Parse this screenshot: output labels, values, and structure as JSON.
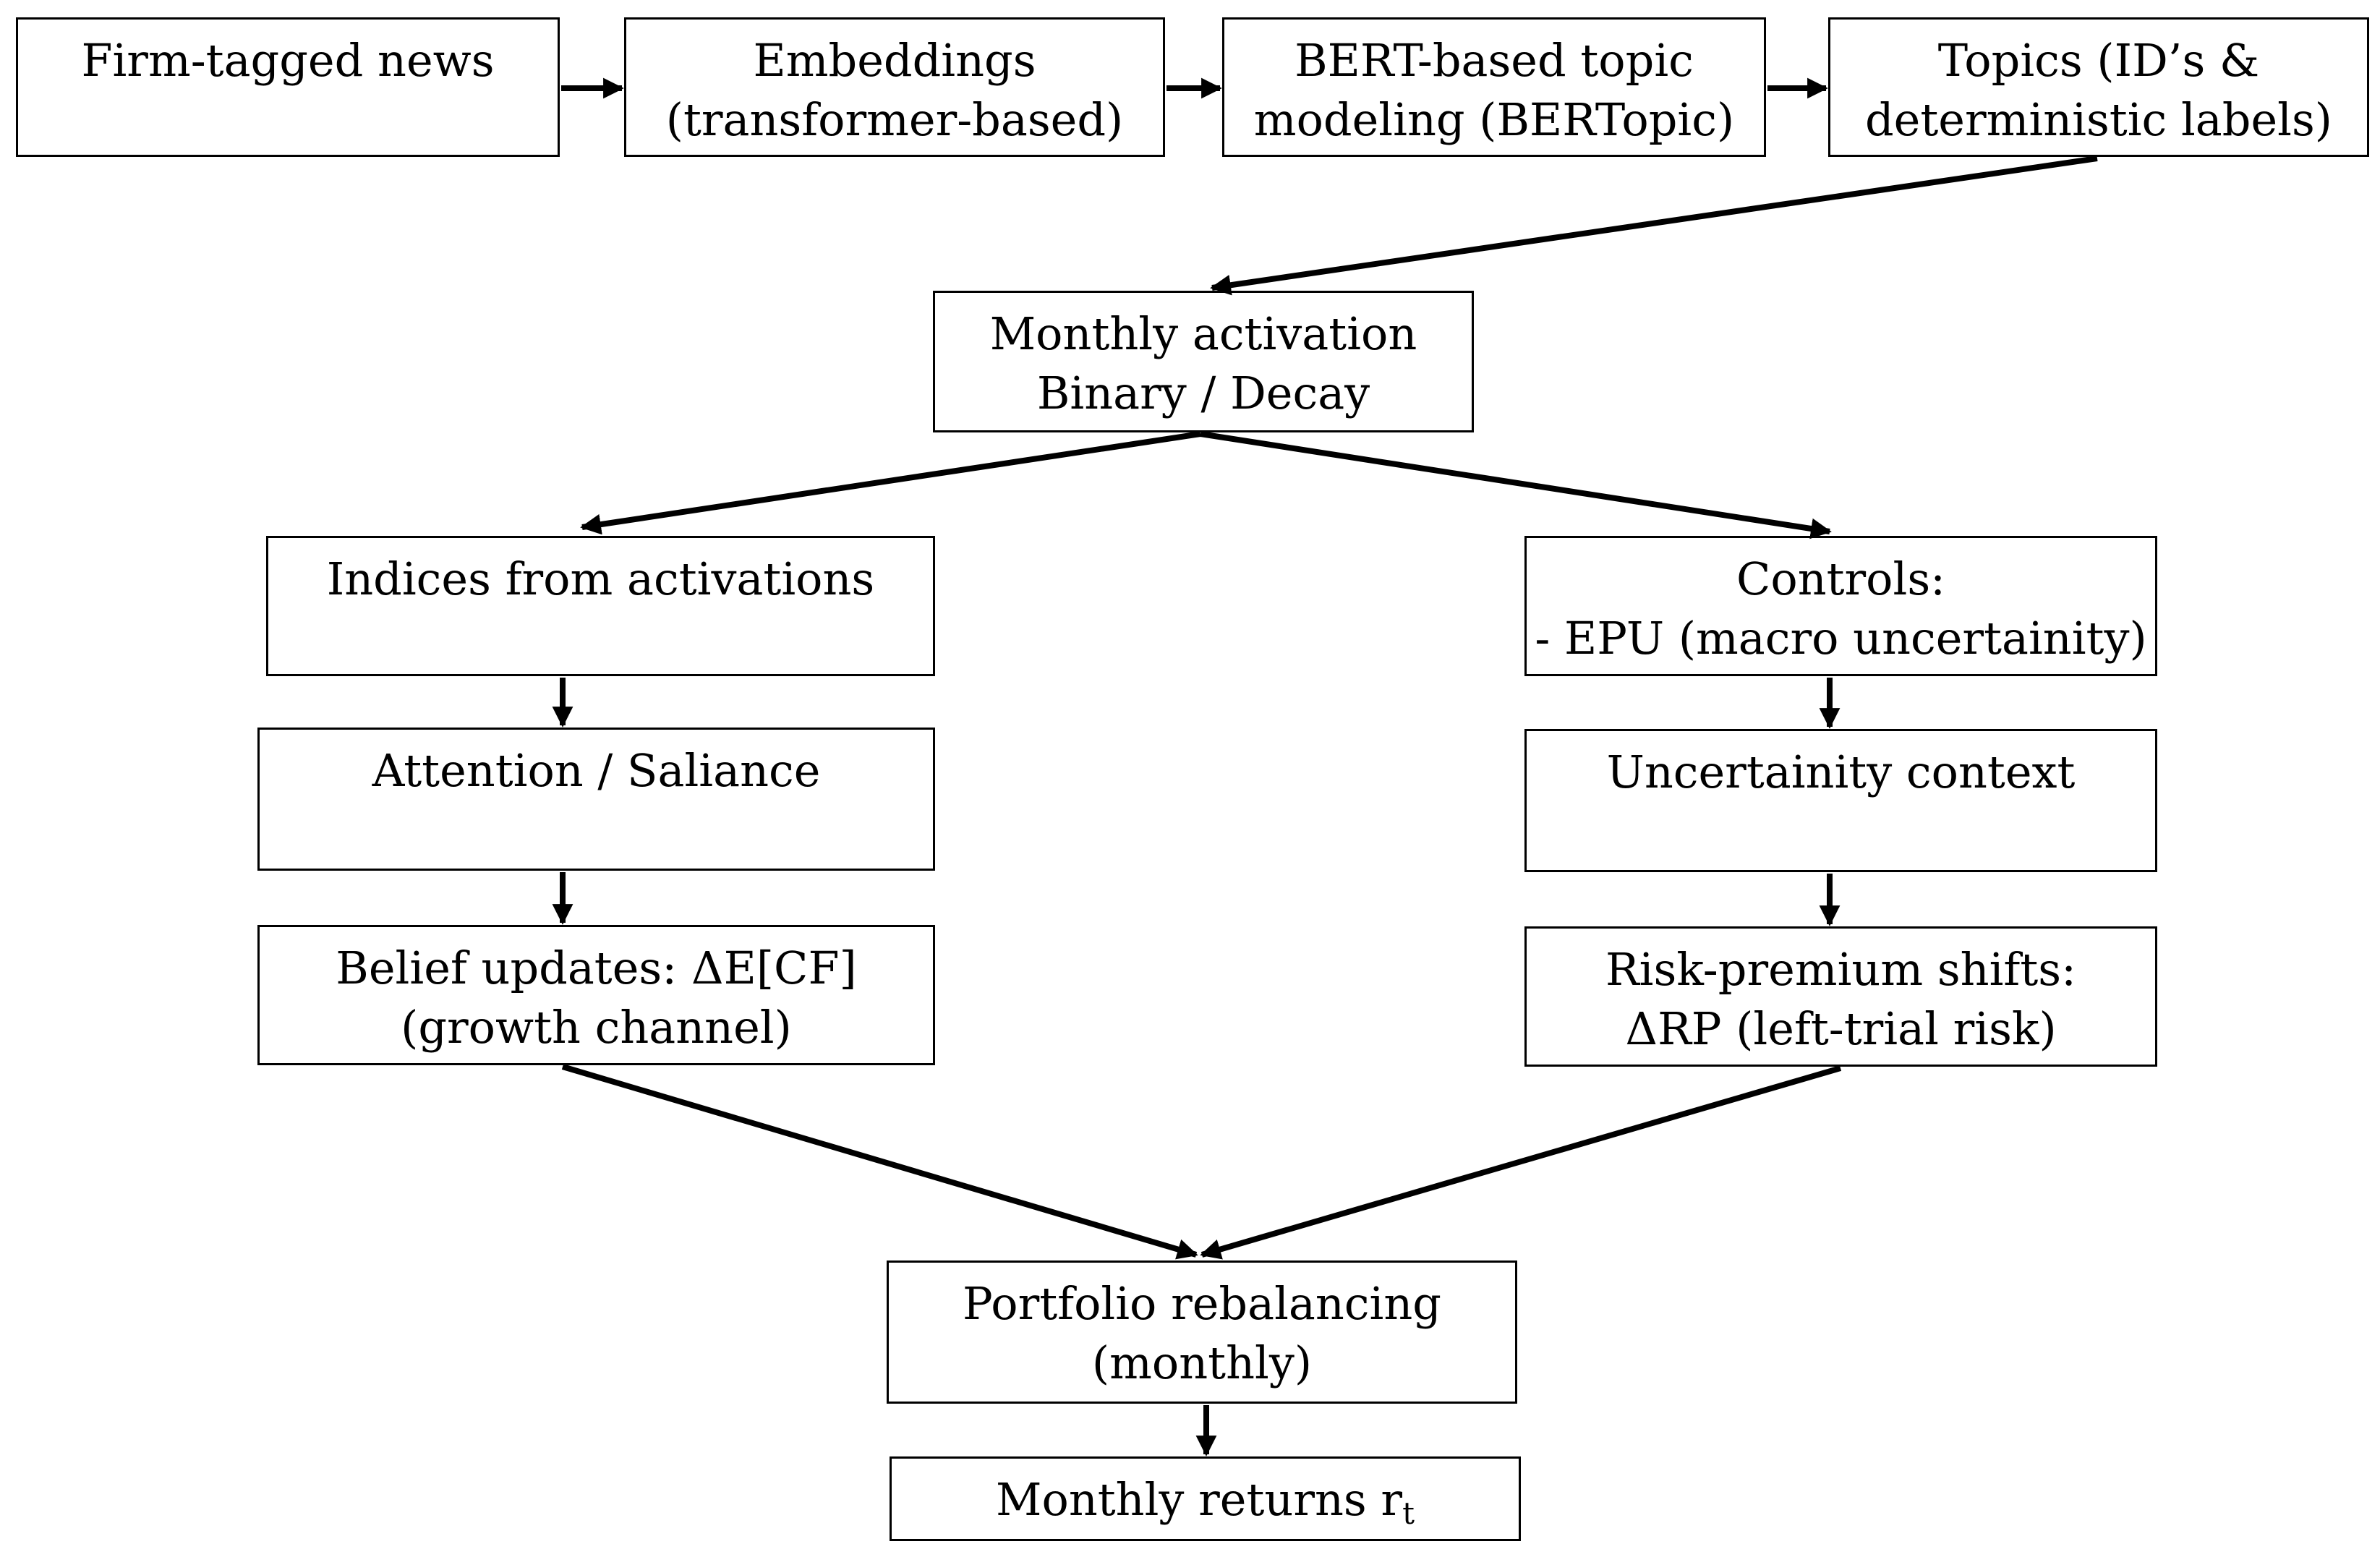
{
  "nodes": {
    "news": {
      "lines": [
        "Firm-tagged news"
      ]
    },
    "embeddings": {
      "lines": [
        "Embeddings",
        "(transformer-based)"
      ]
    },
    "bertopic": {
      "lines": [
        "BERT-based topic",
        "modeling (BERTopic)"
      ]
    },
    "topics": {
      "lines": [
        "Topics (ID’s &",
        "deterministic labels)"
      ]
    },
    "activation": {
      "lines": [
        "Monthly activation",
        "Binary / Decay"
      ]
    },
    "indices": {
      "lines": [
        "Indices from activations"
      ]
    },
    "controls": {
      "lines": [
        "Controls:",
        "- EPU (macro uncertainity)"
      ]
    },
    "attention": {
      "lines": [
        "Attention / Saliance"
      ]
    },
    "uncertainty": {
      "lines": [
        "Uncertainity context"
      ]
    },
    "belief": {
      "lines": [
        "Belief updates: ΔE[CF]",
        "(growth  channel)"
      ]
    },
    "riskpremium": {
      "lines": [
        "Risk-premium shifts:",
        "ΔRP (left-trial risk)"
      ]
    },
    "portfolio": {
      "lines": [
        "Portfolio rebalancing",
        "(monthly)"
      ]
    },
    "returns": {
      "lines": [
        "Monthly returns r"
      ],
      "subscript": "t"
    }
  }
}
